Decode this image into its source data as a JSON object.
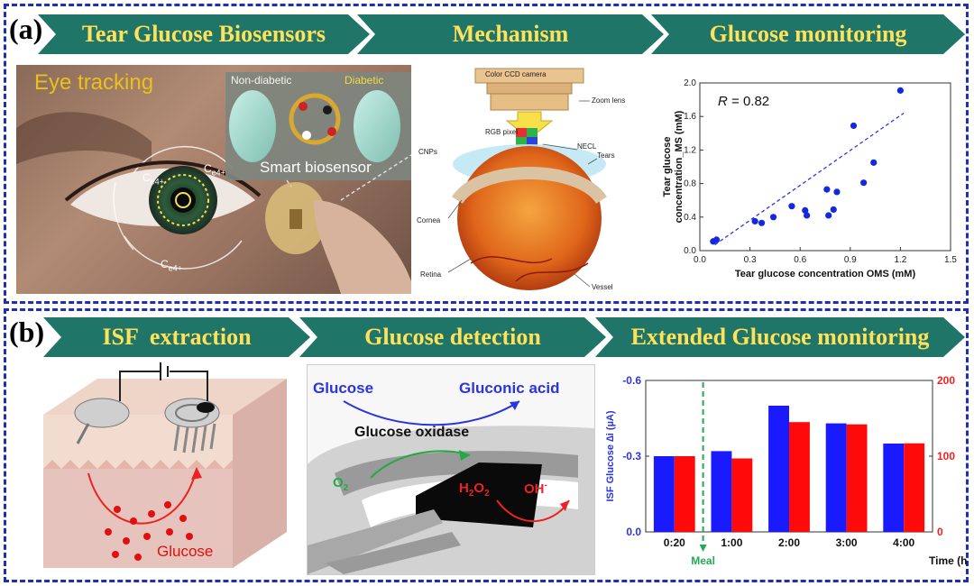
{
  "panel_a": {
    "label": "(a)",
    "banners": [
      "Tear Glucose Biosensors",
      "Mechanism",
      "Glucose monitoring"
    ],
    "eye_image": {
      "title": "Eye tracking",
      "non_diabetic": "Non-diabetic",
      "diabetic": "Diabetic",
      "smart_biosensor": "Smart biosensor",
      "c_label_1": "C",
      "c_label_sub": "e4+",
      "c_label_2": "C",
      "c_label_3": "C"
    },
    "mechanism_image": {
      "camera": "Color CCD camera",
      "zoom_lens": "Zoom lens",
      "rgb_pixel": "RGB pixel",
      "cnps": "CNPs",
      "necl": "NECL",
      "tears": "Tears",
      "cornea": "Cornea",
      "retina": "Retina",
      "vessel": "Vessel"
    }
  },
  "panel_b": {
    "label": "(b)",
    "banners": [
      "ISF  extraction",
      "Glucose detection",
      "Extended Glucose monitoring"
    ],
    "isf_image": {
      "glucose": "Glucose"
    },
    "detection_image": {
      "glucose": "Glucose",
      "gluconic_acid": "Gluconic acid",
      "glucose_oxidase": "Glucose oxidase",
      "o2": "O",
      "o2_sub": "2",
      "h2o2": "H",
      "h2o2_sub": "2",
      "h2o2_o": "O",
      "h2o2_sub2": "2",
      "oh": "OH",
      "oh_sup": "-"
    }
  },
  "colors": {
    "banner_bg": "#1f7567",
    "banner_text": "#ffe25a",
    "panel_border": "#1f2fb5",
    "scatter_point": "#1428e0",
    "bar_blue": "#1a1aff",
    "bar_red": "#ff0a0a",
    "meal_line": "#22aa55"
  },
  "chart_data": [
    {
      "type": "scatter",
      "annotation": "R = 0.82",
      "annotation_var": "R",
      "annotation_rest": " = 0.82",
      "xlabel": "Tear glucose concentration  OMS (mM)",
      "ylabel_line1": "Tear glucose",
      "ylabel_line2": "concentration_MS (mM)",
      "xlim": [
        0.0,
        1.5
      ],
      "ylim": [
        0.0,
        2.0
      ],
      "xticks": [
        "0.0",
        "0.3",
        "0.6",
        "0.9",
        "1.2",
        "1.5"
      ],
      "yticks": [
        "0.0",
        "0.4",
        "0.8",
        "1.2",
        "1.6",
        "2.0"
      ],
      "points": [
        [
          0.08,
          0.11
        ],
        [
          0.1,
          0.13
        ],
        [
          0.33,
          0.35
        ],
        [
          0.37,
          0.33
        ],
        [
          0.44,
          0.4
        ],
        [
          0.55,
          0.53
        ],
        [
          0.63,
          0.48
        ],
        [
          0.64,
          0.42
        ],
        [
          0.76,
          0.73
        ],
        [
          0.77,
          0.42
        ],
        [
          0.8,
          0.49
        ],
        [
          0.82,
          0.7
        ],
        [
          0.92,
          1.49
        ],
        [
          0.98,
          0.81
        ],
        [
          1.04,
          1.05
        ],
        [
          1.2,
          1.91
        ]
      ],
      "fit_line": [
        [
          0.09,
          0.07
        ],
        [
          1.22,
          1.64
        ]
      ],
      "grid": false
    },
    {
      "type": "bar",
      "categories": [
        "0:20",
        "1:00",
        "2:00",
        "3:00",
        "4:00"
      ],
      "series": [
        {
          "axis": "left",
          "values": [
            -0.3,
            -0.32,
            -0.5,
            -0.43,
            -0.35
          ]
        },
        {
          "axis": "right",
          "values": [
            100,
            97,
            145,
            142,
            117
          ]
        }
      ],
      "ylabel_left": "ISF Glucose ∆i (µA)",
      "ylim_left": [
        0.0,
        -0.6
      ],
      "yticks_left": [
        "0.0",
        "-0.3",
        "-0.6"
      ],
      "ylim_right": [
        0,
        200
      ],
      "yticks_right": [
        "0",
        "100",
        "200"
      ],
      "xlabel": "Time (h",
      "annotation": "Meal",
      "meal_position": 0.5,
      "grid": false
    }
  ]
}
